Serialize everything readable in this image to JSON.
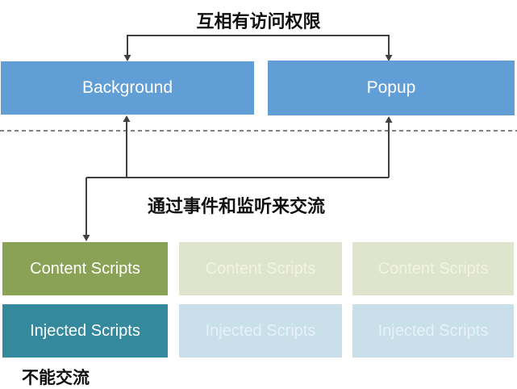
{
  "diagram": {
    "top_label": "互相有访问权限",
    "middle_label": "通过事件和监听来交流",
    "bottom_label": "不能交流",
    "background_label": "Background",
    "popup_label": "Popup",
    "content_row": [
      "Content Scripts",
      "Content Scripts",
      "Content Scripts"
    ],
    "injected_row": [
      "Injected Scripts",
      "Injected Scripts",
      "Injected Scripts"
    ]
  },
  "colors": {
    "box-blue": "#619ed6",
    "box-green": "#8aa256",
    "box-teal": "#35899d",
    "box-pale-green": "#dee5cc",
    "box-pale-blue": "#c9dfe9",
    "pale-green-text": "#f1f4e3",
    "pale-blue-text": "#e7f2f8",
    "arrow": "#404040",
    "dashed": "#7f7f7f",
    "label-text": "#111111"
  }
}
